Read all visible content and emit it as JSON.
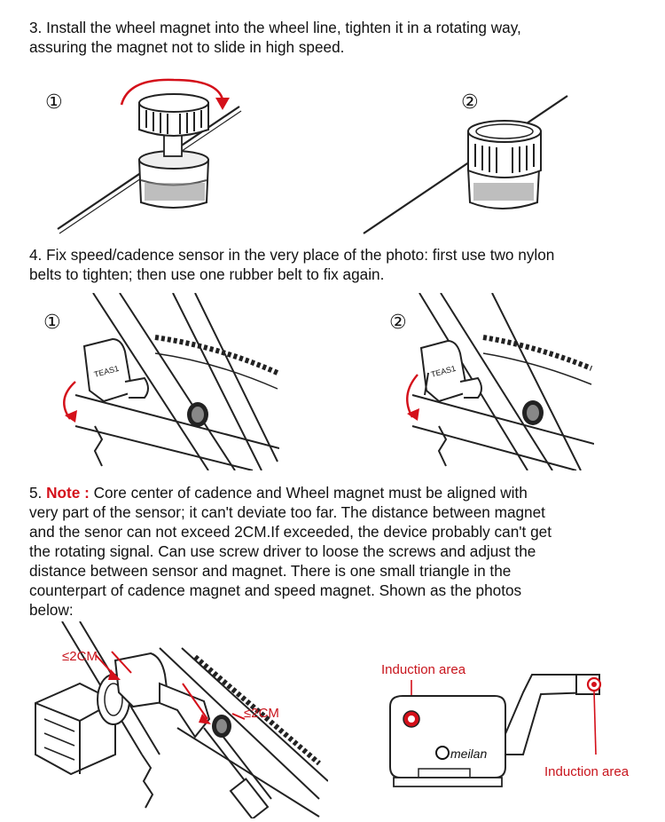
{
  "step3": {
    "line1": "3. Install the wheel magnet into the wheel line, tighten it in a rotating way,",
    "line2": "assuring the magnet not to slide in high speed."
  },
  "step4": {
    "line1": "4. Fix speed/cadence sensor in the very place of the photo: first use two nylon",
    "line2": "belts to tighten; then use one rubber belt to fix again."
  },
  "step5": {
    "prefix": "5. ",
    "note_label": "Note :",
    "line1_rest": " Core center of cadence and Wheel magnet must be aligned with",
    "lines": [
      "very part of the sensor; it can't deviate too far. The distance between magnet",
      "and the senor can not exceed 2CM.If exceeded, the device probably can't get",
      "the rotating signal. Can use screw driver to loose the screws and adjust the",
      "distance between sensor and magnet. There is one small triangle in the",
      "counterpart of cadence magnet and speed magnet. Shown as the photos",
      "below:"
    ]
  },
  "markers": {
    "one": "①",
    "two": "②"
  },
  "sensor_label": "TEAS1",
  "distance_label_1": "≤2CM",
  "distance_label_2": "≤2CM",
  "induction_label_1": "Induction area",
  "induction_label_2": "Induction area",
  "brand": "meilan",
  "colors": {
    "accent_red": "#d4101a",
    "line": "#222222",
    "gray": "#555555"
  }
}
